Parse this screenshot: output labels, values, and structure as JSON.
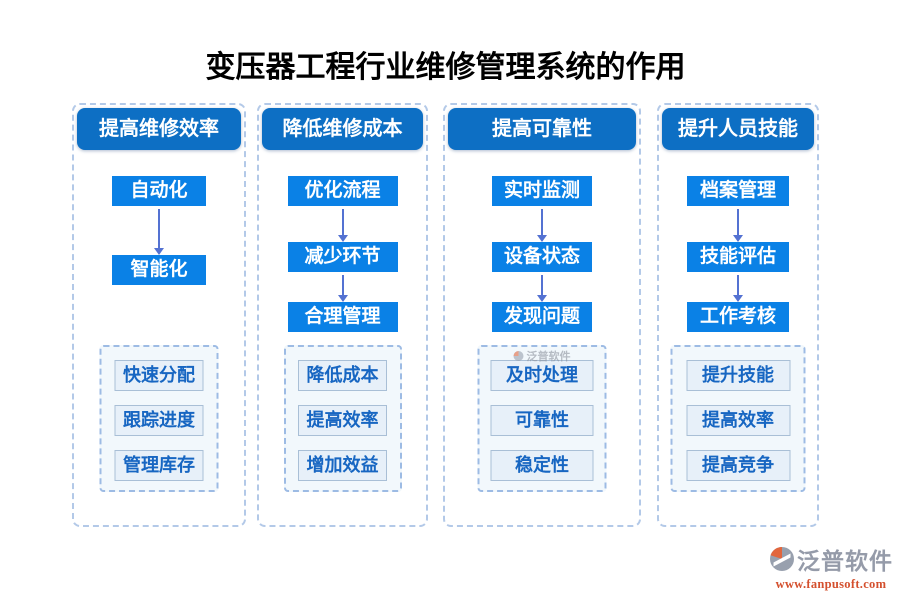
{
  "page": {
    "title": "变压器工程行业维修管理系统的作用"
  },
  "columns": [
    {
      "header": "提高维修效率",
      "flow": [
        "自动化",
        "智能化"
      ],
      "benefits": [
        "快速分配",
        "跟踪进度",
        "管理库存"
      ]
    },
    {
      "header": "降低维修成本",
      "flow": [
        "优化流程",
        "减少环节",
        "合理管理"
      ],
      "benefits": [
        "降低成本",
        "提高效率",
        "增加效益"
      ]
    },
    {
      "header": "提高可靠性",
      "flow": [
        "实时监测",
        "设备状态",
        "发现问题"
      ],
      "benefits": [
        "及时处理",
        "可靠性",
        "稳定性"
      ]
    },
    {
      "header": "提升人员技能",
      "flow": [
        "档案管理",
        "技能评估",
        "工作考核"
      ],
      "benefits": [
        "提升技能",
        "提高效率",
        "提高竞争"
      ]
    }
  ],
  "watermark": {
    "text": "泛普软件"
  },
  "footer": {
    "brand": "泛普软件",
    "url": "www.fanpusoft.com"
  },
  "colors": {
    "header_blue": "#0d6fc4",
    "node_blue": "#0a81e6",
    "arrow_blue": "#5472d2",
    "dashed_border": "#b3c9e8",
    "benefit_bg": "#e7f0f9",
    "benefit_text": "#1766c2",
    "brand_gray": "#959ba9",
    "brand_orange": "#d4502e"
  }
}
